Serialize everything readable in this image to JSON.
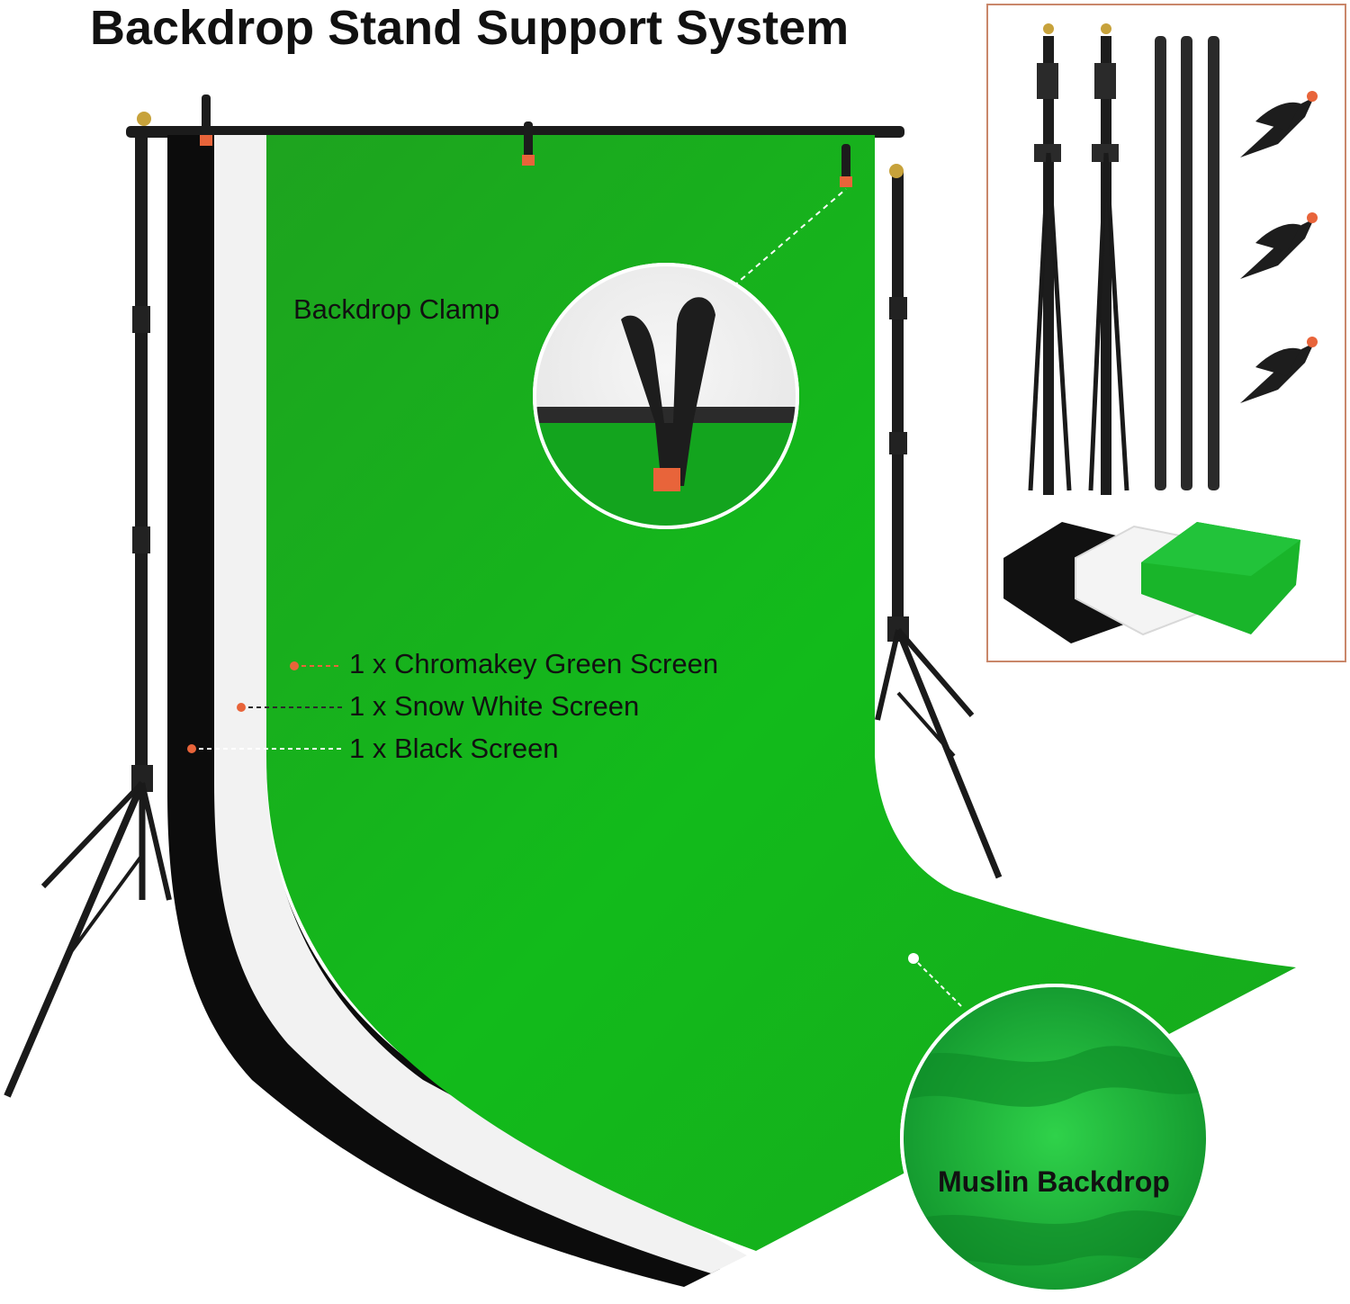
{
  "title": "Backdrop Stand Support System",
  "callouts": {
    "clamp": "Backdrop Clamp",
    "green": "1 x  Chromakey Green Screen",
    "white": "1 x  Snow White Screen",
    "black": "1 x  Black Screen",
    "muslin": "Muslin Backdrop"
  },
  "colors": {
    "green": "#16b21c",
    "black": "#0c0c0c",
    "white": "#f2f2f2",
    "accent_orange": "#e8643a",
    "frame_border": "#c9876a"
  },
  "icons": [
    "tripod-stand-icon",
    "crossbar-icon",
    "spring-clamp-icon",
    "crossbar-pole-icon",
    "folded-fabric-icon"
  ]
}
